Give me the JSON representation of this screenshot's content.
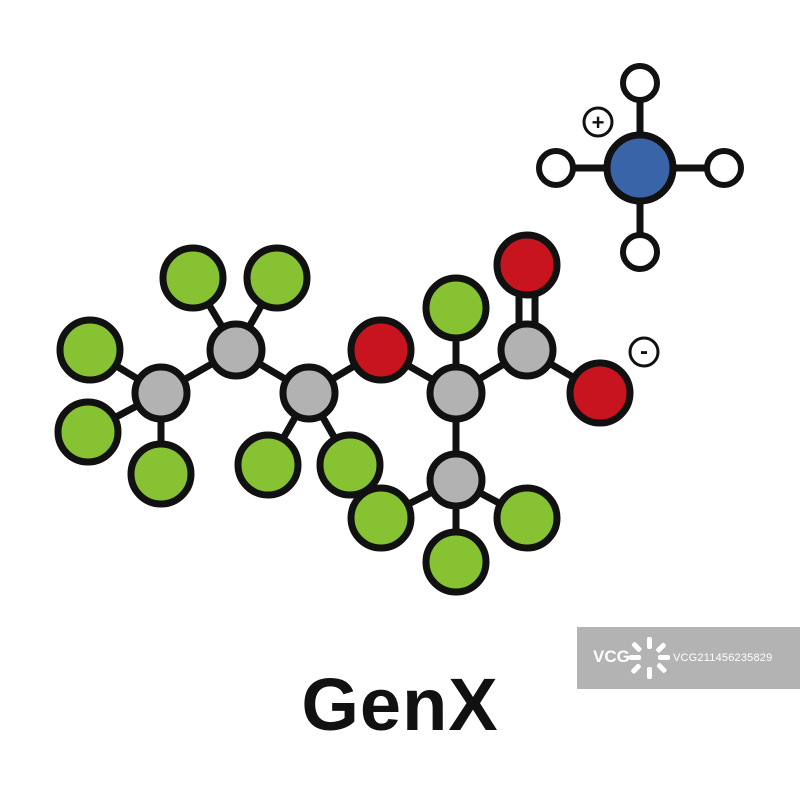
{
  "title": "GenX",
  "colors": {
    "background": "#ffffff",
    "bond": "#111111",
    "outline": "#111111",
    "carbon": "#b2b2b2",
    "fluorine": "#86c232",
    "oxygen": "#c8141e",
    "nitrogen": "#3a64a8",
    "hydrogen": "#ffffff"
  },
  "charges": {
    "positive": "+",
    "negative": "-"
  },
  "molecule": {
    "anion_atoms": [
      "F",
      "F",
      "F",
      "C",
      "F",
      "F",
      "C",
      "C",
      "F",
      "F",
      "O",
      "C",
      "F",
      "C",
      "F",
      "F",
      "F",
      "C",
      "O",
      "O"
    ],
    "cation_atoms": [
      "N",
      "H",
      "H",
      "H",
      "H"
    ]
  },
  "watermark": {
    "brand": "VCG",
    "id": "VCG211456235829"
  }
}
